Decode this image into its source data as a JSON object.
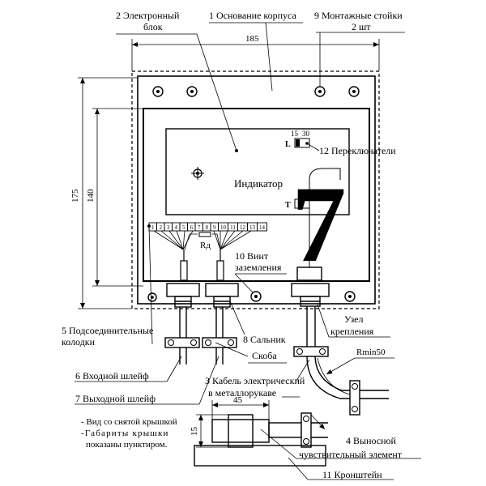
{
  "labels": {
    "base": "1 Основание корпуса",
    "electronic_block_1": "2 Электронный",
    "electronic_block_2": "блок",
    "mounting_posts_1": "9 Монтажные стойки",
    "mounting_posts_2": "2 шт",
    "switches": "12 Переключатели",
    "indicator": "Индикатор",
    "ground_screw_1": "10 Винт",
    "ground_screw_2": "заземления",
    "terminal_blocks_1": "5 Подсоединительные",
    "terminal_blocks_2": "колодки",
    "gland": "8 Сальник",
    "bracket_clip": "Скоба",
    "mounting_unit_1": "Узел",
    "mounting_unit_2": "крепления",
    "input_loop": "6 Входной шлейф",
    "output_loop": "7 Выходной шлейф",
    "cable_1": "3 Кабель электрический",
    "cable_2": "в металлорукаве",
    "sensor_1": "4  Выносной",
    "sensor_2": "чувствительный элемент",
    "bracket": "11 Кронштейн",
    "note_1": "- Вид со снятой крышкой",
    "note_2": "-Габариты крышки",
    "note_3": "показаны пунктиром.",
    "rmin": "Rmin50",
    "resistor": "Rд",
    "switch_15": "15",
    "switch_30": "30",
    "switch_L": "L",
    "switch_T": "T"
  },
  "dimensions": {
    "width": "185",
    "height_outer": "175",
    "height_inner": "140",
    "sensor_length": "45",
    "sensor_height": "15"
  },
  "terminal_numbers": [
    "1",
    "2",
    "3",
    "4",
    "5",
    "6",
    "7",
    "8",
    "9",
    "10",
    "11",
    "12",
    "13",
    "14"
  ],
  "display_digit": "7"
}
